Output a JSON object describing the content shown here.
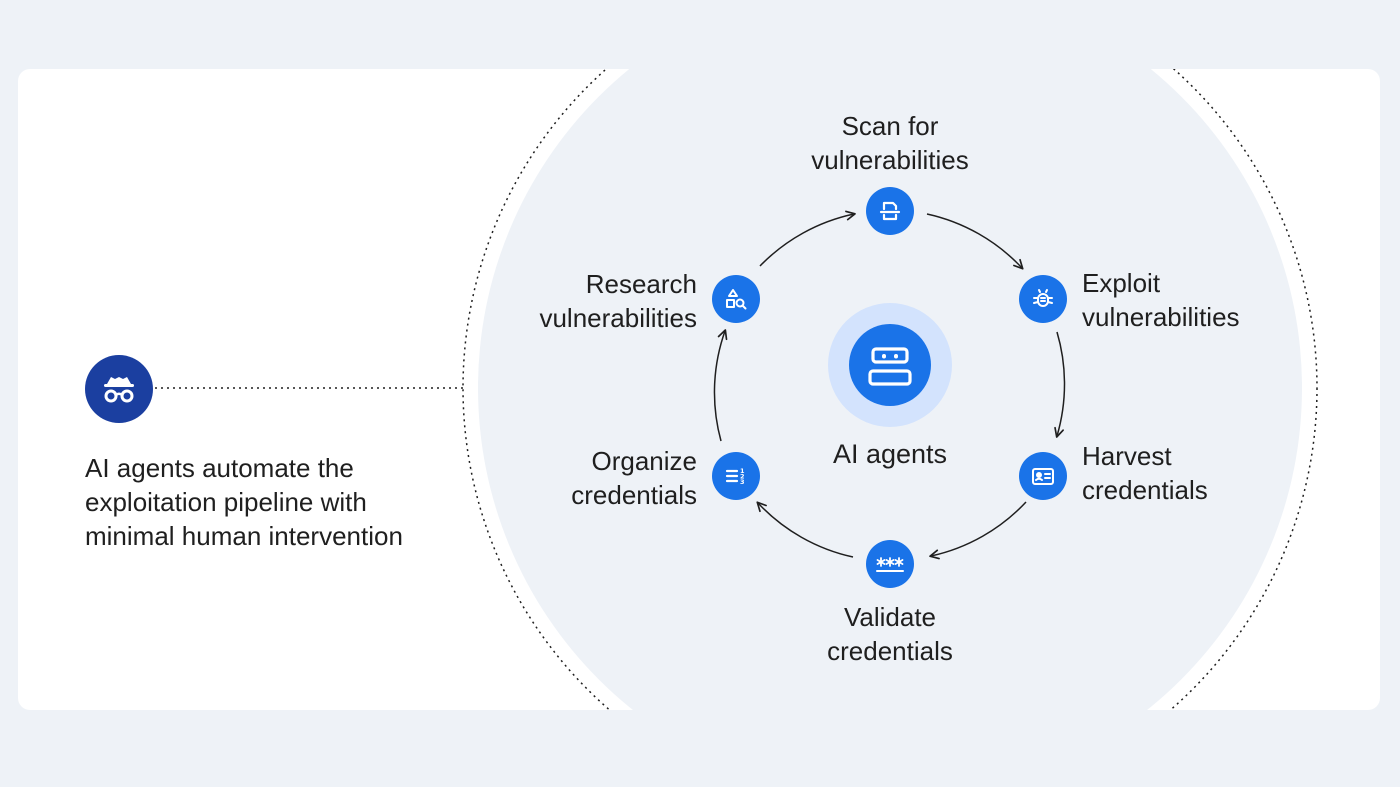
{
  "persona": {
    "icon": "incognito-icon",
    "description": "AI agents automate the\nexploitation pipeline with\nminimal human intervention"
  },
  "center": {
    "icon": "robot-icon",
    "label": "AI agents"
  },
  "cycle": [
    {
      "label": "Scan for\nvulnerabilities",
      "icon": "scan-document-icon"
    },
    {
      "label": "Exploit\nvulnerabilities",
      "icon": "bug-icon"
    },
    {
      "label": "Harvest\ncredentials",
      "icon": "id-card-icon"
    },
    {
      "label": "Validate\ncredentials",
      "icon": "password-icon"
    },
    {
      "label": "Organize\ncredentials",
      "icon": "numbered-list-icon"
    },
    {
      "label": "Research\nvulnerabilities",
      "icon": "shapes-search-icon"
    }
  ],
  "colors": {
    "page_background": "#eef2f7",
    "card_background": "#ffffff",
    "node_blue": "#1a73e8",
    "persona_navy": "#1b3fa0",
    "halo": "#d3e3fd",
    "arc_fill": "#eef2f7"
  }
}
